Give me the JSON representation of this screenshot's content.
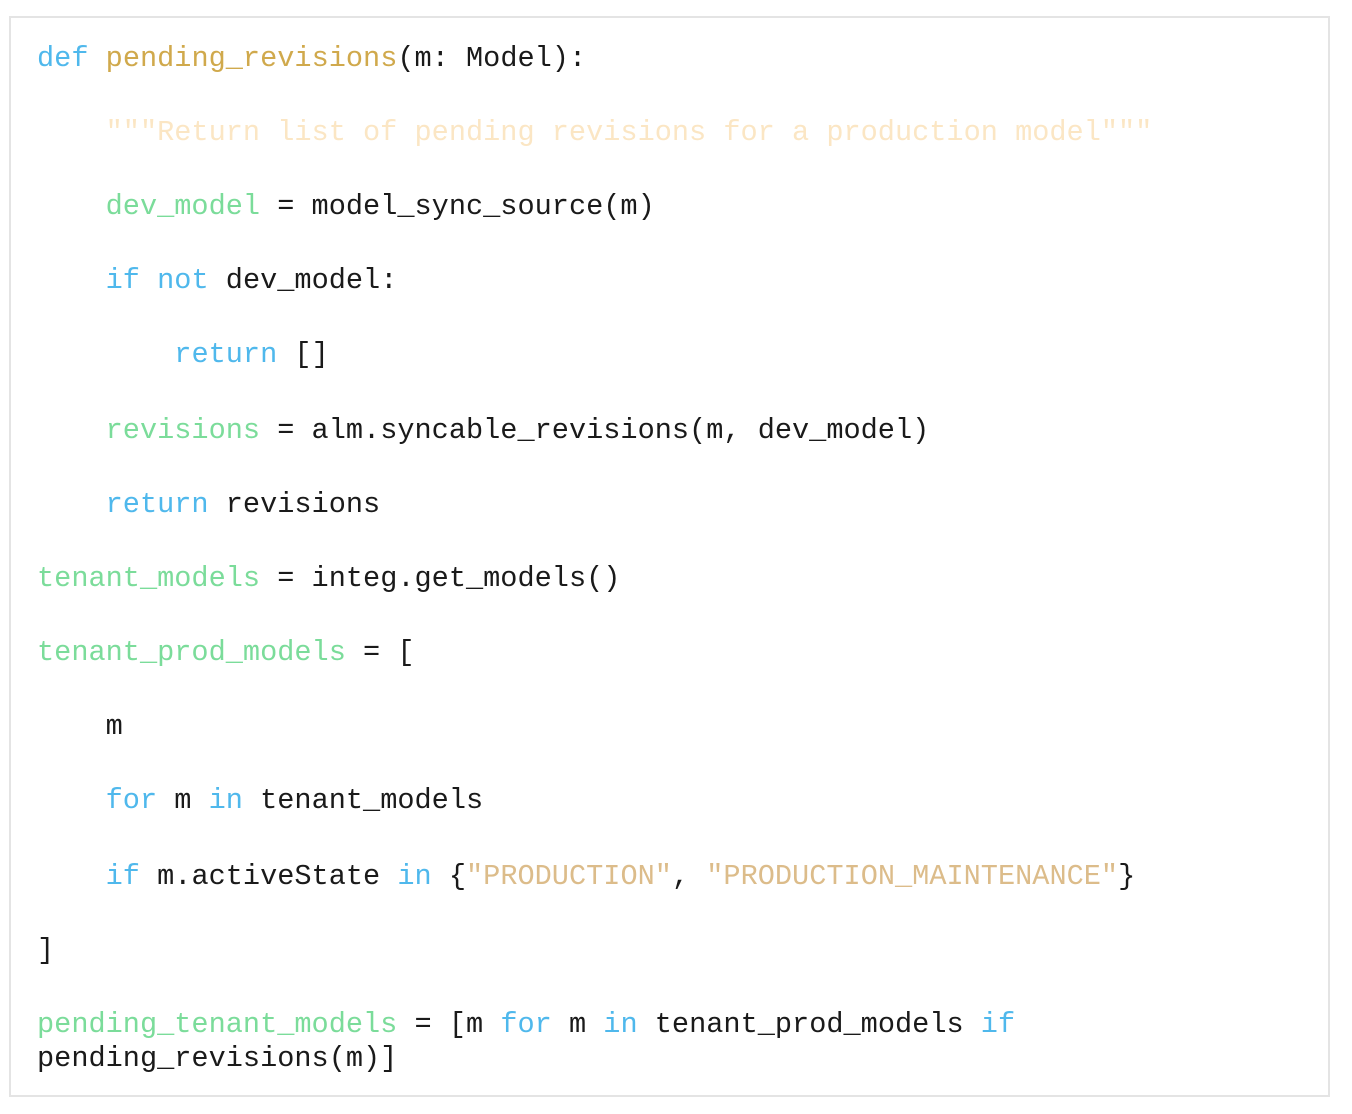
{
  "code": {
    "lines": [
      [
        {
          "t": "kw",
          "v": "def"
        },
        {
          "t": "pl",
          "v": " "
        },
        {
          "t": "fn",
          "v": "pending_revisions"
        },
        {
          "t": "pl",
          "v": "(m: Model):"
        }
      ],
      [
        {
          "t": "pl",
          "v": "    "
        },
        {
          "t": "doc",
          "v": "\"\"\"Return list of pending revisions for a production model\"\"\""
        }
      ],
      [
        {
          "t": "pl",
          "v": "    "
        },
        {
          "t": "var",
          "v": "dev_model"
        },
        {
          "t": "pl",
          "v": " = model_sync_source(m)"
        }
      ],
      [
        {
          "t": "pl",
          "v": "    "
        },
        {
          "t": "kw",
          "v": "if"
        },
        {
          "t": "pl",
          "v": " "
        },
        {
          "t": "kw",
          "v": "not"
        },
        {
          "t": "pl",
          "v": " dev_model:"
        }
      ],
      [
        {
          "t": "pl",
          "v": "        "
        },
        {
          "t": "kw",
          "v": "return"
        },
        {
          "t": "pl",
          "v": " []"
        }
      ],
      [
        {
          "t": "pl",
          "v": "    "
        },
        {
          "t": "var",
          "v": "revisions"
        },
        {
          "t": "pl",
          "v": " = alm.syncable_revisions(m, dev_model)"
        }
      ],
      [
        {
          "t": "pl",
          "v": "    "
        },
        {
          "t": "kw",
          "v": "return"
        },
        {
          "t": "pl",
          "v": " revisions"
        }
      ],
      [
        {
          "t": "var",
          "v": "tenant_models"
        },
        {
          "t": "pl",
          "v": " = integ.get_models()"
        }
      ],
      [
        {
          "t": "var",
          "v": "tenant_prod_models"
        },
        {
          "t": "pl",
          "v": " = ["
        }
      ],
      [
        {
          "t": "pl",
          "v": "    m"
        }
      ],
      [
        {
          "t": "pl",
          "v": "    "
        },
        {
          "t": "kw",
          "v": "for"
        },
        {
          "t": "pl",
          "v": " m "
        },
        {
          "t": "kw",
          "v": "in"
        },
        {
          "t": "pl",
          "v": " tenant_models"
        }
      ],
      [
        {
          "t": "pl",
          "v": "    "
        },
        {
          "t": "kw",
          "v": "if"
        },
        {
          "t": "pl",
          "v": " m.activeState "
        },
        {
          "t": "kw",
          "v": "in"
        },
        {
          "t": "pl",
          "v": " {"
        },
        {
          "t": "str",
          "v": "\"PRODUCTION\""
        },
        {
          "t": "pl",
          "v": ", "
        },
        {
          "t": "str",
          "v": "\"PRODUCTION_MAINTENANCE\""
        },
        {
          "t": "pl",
          "v": "}"
        }
      ],
      [
        {
          "t": "pl",
          "v": "]"
        }
      ],
      [
        {
          "t": "var",
          "v": "pending_tenant_models"
        },
        {
          "t": "pl",
          "v": " = [m "
        },
        {
          "t": "kw",
          "v": "for"
        },
        {
          "t": "pl",
          "v": " m "
        },
        {
          "t": "kw",
          "v": "in"
        },
        {
          "t": "pl",
          "v": " tenant_prod_models "
        },
        {
          "t": "kw",
          "v": "if"
        }
      ],
      [
        {
          "t": "pl",
          "v": "pending_revisions(m)]"
        }
      ]
    ]
  }
}
